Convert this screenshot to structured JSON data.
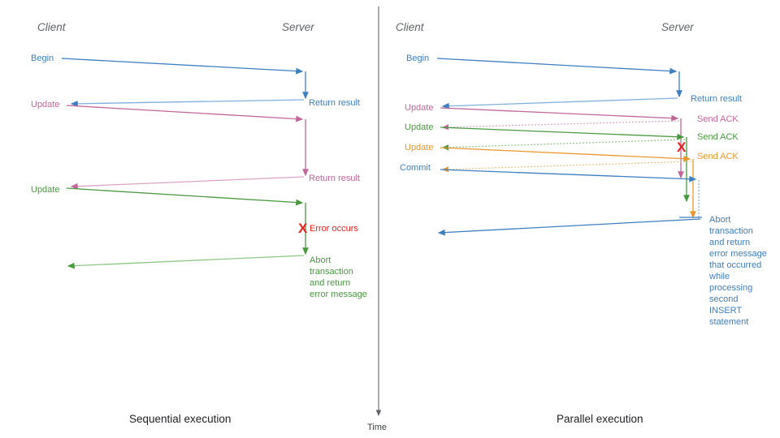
{
  "colors": {
    "blue": "#3d7fc1",
    "blue_light": "#7fb0dd",
    "pink": "#c2669a",
    "pink_light": "#dda3c3",
    "green": "#49993f",
    "green_light": "#8dc884",
    "orange": "#e8972c",
    "orange_light": "#f4bf7c",
    "red": "#e8201f",
    "axis": "#5f6368",
    "actor_text": "#5f6368",
    "caption_text": "#202124"
  },
  "time_axis": {
    "label": "Time"
  },
  "panels": [
    {
      "id": "sequential",
      "caption": "Sequential execution",
      "actors": {
        "client": "Client",
        "server": "Server"
      },
      "client_messages": [
        {
          "label": "Begin",
          "color": "blue"
        },
        {
          "label": "Update",
          "color": "pink"
        },
        {
          "label": "Update",
          "color": "green"
        }
      ],
      "server_messages": [
        {
          "label": "Return result",
          "color": "blue"
        },
        {
          "label": "Return result",
          "color": "pink"
        }
      ],
      "error": {
        "marker": "X",
        "label": "Error occurs",
        "color": "red"
      },
      "abort_note": {
        "lines": [
          "Abort",
          "transaction",
          "and return",
          "error message"
        ],
        "color": "green"
      }
    },
    {
      "id": "parallel",
      "caption": "Parallel execution",
      "actors": {
        "client": "Client",
        "server": "Server"
      },
      "client_messages": [
        {
          "label": "Begin",
          "color": "blue"
        },
        {
          "label": "Update",
          "color": "pink"
        },
        {
          "label": "Update",
          "color": "green"
        },
        {
          "label": "Update",
          "color": "orange"
        },
        {
          "label": "Commit",
          "color": "blue"
        }
      ],
      "server_messages": [
        {
          "label": "Return result",
          "color": "blue"
        },
        {
          "label": "Send ACK",
          "color": "pink"
        },
        {
          "label": "Send ACK",
          "color": "green"
        },
        {
          "label": "Send ACK",
          "color": "orange"
        }
      ],
      "error": {
        "marker": "X",
        "label": "",
        "color": "red"
      },
      "abort_note": {
        "lines": [
          "Abort",
          "transaction",
          "and return",
          "error message",
          "that occurred",
          "while",
          "processing",
          "second",
          "INSERT",
          "statement"
        ],
        "color": "blue"
      }
    }
  ]
}
